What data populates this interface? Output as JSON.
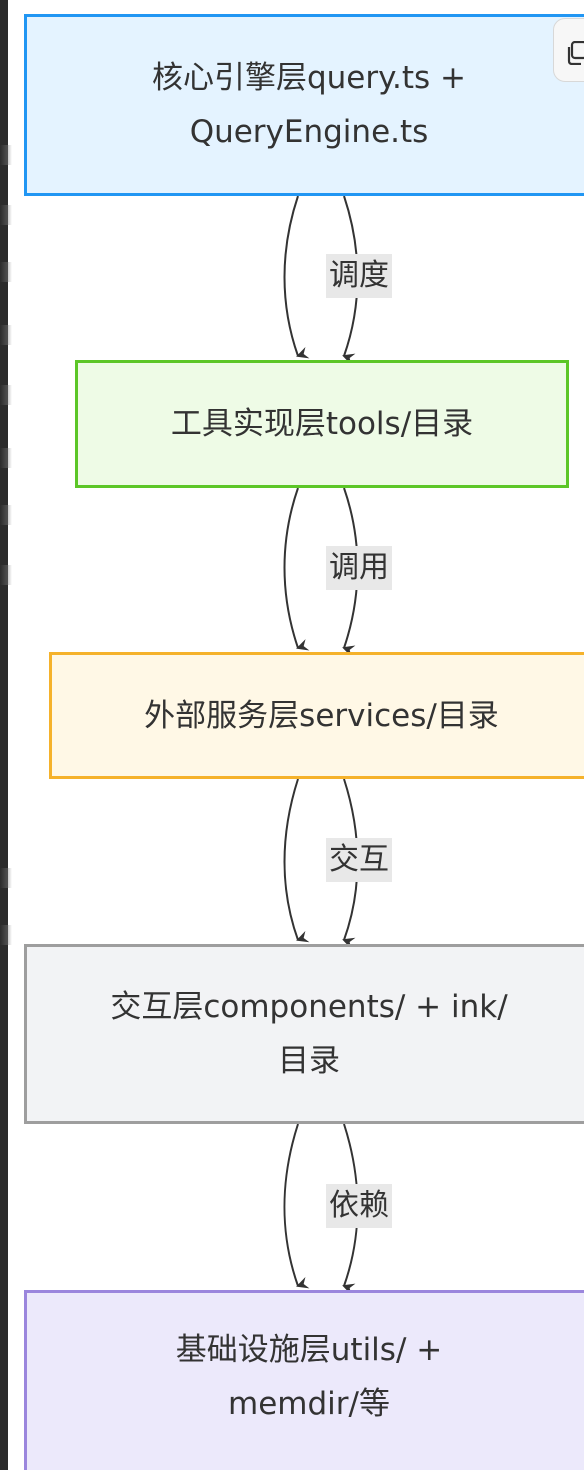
{
  "nodes": [
    {
      "id": "core",
      "line1": "核心引擎层query.ts +",
      "line2": "QueryEngine.ts",
      "fill": "#e4f3ff",
      "stroke": "#2196f3"
    },
    {
      "id": "tools",
      "line1": "工具实现层tools/目录",
      "line2": "",
      "fill": "#eefbe6",
      "stroke": "#5cc627"
    },
    {
      "id": "services",
      "line1": "外部服务层services/目录",
      "line2": "",
      "fill": "#fff8e6",
      "stroke": "#f5b22b"
    },
    {
      "id": "interaction",
      "line1": "交互层components/ + ink/",
      "line2": "目录",
      "fill": "#f2f3f5",
      "stroke": "#9e9e9e"
    },
    {
      "id": "infra",
      "line1": "基础设施层utils/ +",
      "line2": "memdir/等",
      "fill": "#ece9fb",
      "stroke": "#9b86dd"
    }
  ],
  "edges": [
    {
      "from": "core",
      "to": "tools",
      "label": "调度"
    },
    {
      "from": "tools",
      "to": "services",
      "label": "调用"
    },
    {
      "from": "services",
      "to": "interaction",
      "label": "交互"
    },
    {
      "from": "interaction",
      "to": "infra",
      "label": "依赖"
    }
  ],
  "colors": {
    "edge_stroke": "#333333",
    "edge_label_bg": "#e8e8e8",
    "text": "#333333"
  },
  "toolbar": {
    "copy_icon": "copy-icon"
  }
}
